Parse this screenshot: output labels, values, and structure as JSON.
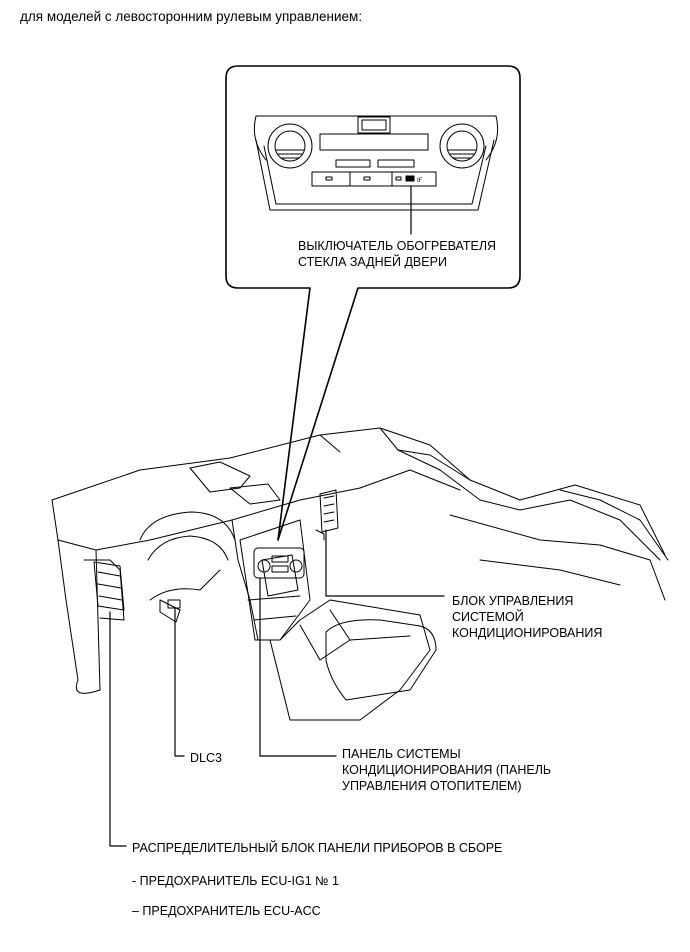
{
  "caption": "для моделей с левосторонним рулевым управлением:",
  "callouts": {
    "rear_defogger_switch": [
      "ВЫКЛЮЧАТЕЛЬ ОБОГРЕВАТЕЛЯ",
      "СТЕКЛА ЗАДНЕЙ ДВЕРИ"
    ],
    "ac_ecu": [
      "БЛОК УПРАВЛЕНИЯ",
      "СИСТЕМОЙ",
      "КОНДИЦИОНИРОВАНИЯ"
    ],
    "dlc3": "DLC3",
    "ac_panel": [
      "ПАНЕЛЬ СИСТЕМЫ",
      "КОНДИЦИОНИРОВАНИЯ (ПАНЕЛЬ",
      "УПРАВЛЕНИЯ ОТОПИТЕЛЕМ)"
    ],
    "junction_block": "РАСПРЕДЕЛИТЕЛЬНЫЙ БЛОК ПАНЕЛИ ПРИБОРОВ В СБОРЕ"
  },
  "fuses": [
    "- ПРЕДОХРАНИТЕЛЬ ECU-IG1 № 1",
    "– ПРЕДОХРАНИТЕЛЬ ECU-ACC"
  ]
}
